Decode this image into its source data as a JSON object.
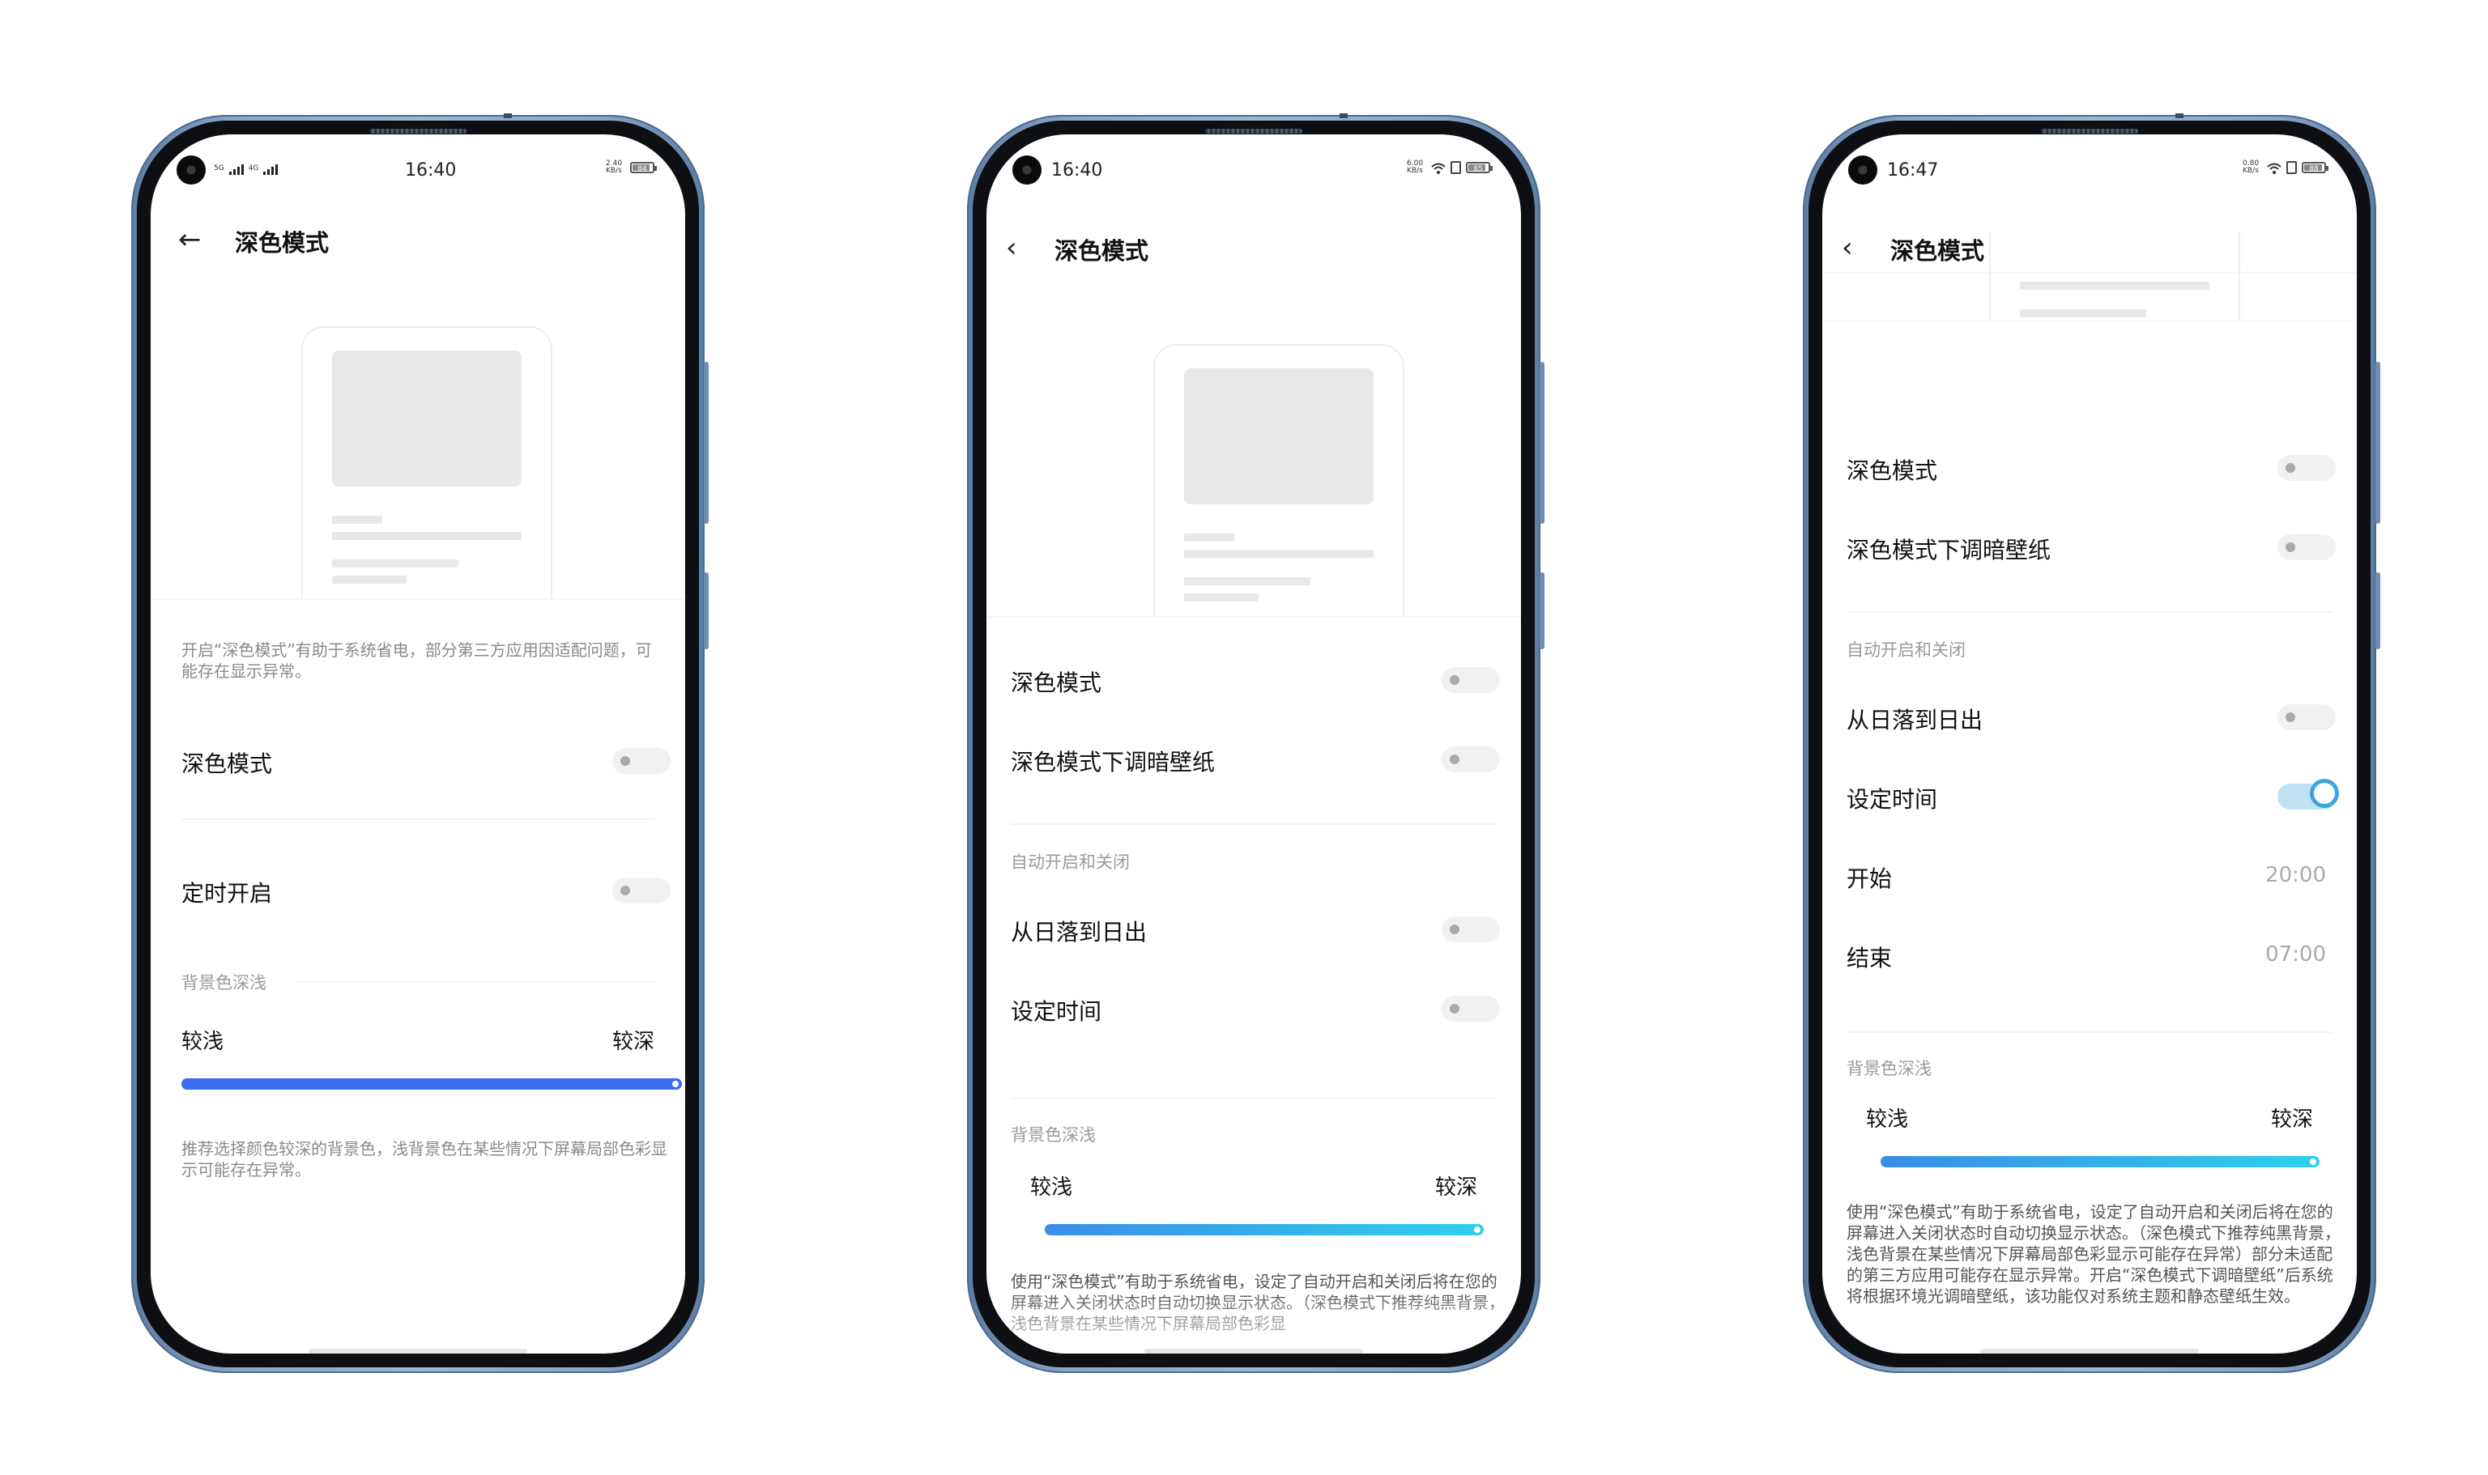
{
  "phones": [
    {
      "status": {
        "time": "16:40",
        "net_label": "5G",
        "net_label2": "4G",
        "speed": "2.40 KB/s",
        "battery": "84"
      },
      "header": {
        "back_icon": "arrow-left-icon",
        "title": "深色模式"
      },
      "notice": "开启“深色模式”有助于系统省电，部分第三方应用因适配问题，可能存在显示异常。",
      "rows": [
        {
          "label": "深色模式",
          "on": false
        },
        {
          "label": "定时开启",
          "on": false
        }
      ],
      "section": "背景色深浅",
      "slider": {
        "left": "较浅",
        "right": "较深",
        "value": 1.0,
        "color": "#3b6cf0"
      },
      "footer": "推荐选择颜色较深的背景色，浅背景色在某些情况下屏幕局部色彩显示可能存在异常。"
    },
    {
      "status": {
        "time": "16:40",
        "speed": "6.00 KB/s",
        "battery": "85"
      },
      "header": {
        "back_icon": "chevron-left-icon",
        "title": "深色模式"
      },
      "rows": [
        {
          "label": "深色模式",
          "on": false
        },
        {
          "label": "深色模式下调暗壁纸",
          "on": false
        }
      ],
      "section_auto": "自动开启和关闭",
      "rows_auto": [
        {
          "label": "从日落到日出",
          "on": false
        },
        {
          "label": "设定时间",
          "on": false
        }
      ],
      "section": "背景色深浅",
      "slider": {
        "left": "较浅",
        "right": "较深",
        "value": 1.0,
        "color": "#2fc4ee"
      },
      "footer": "使用“深色模式”有助于系统省电，设定了自动开启和关闭后将在您的屏幕进入关闭状态时自动切换显示状态。（深色模式下推荐纯黑背景，浅色背景在某些情况下屏幕局部色彩显"
    },
    {
      "status": {
        "time": "16:47",
        "speed": "0.80 KB/s",
        "battery": "88"
      },
      "header": {
        "back_icon": "chevron-left-icon",
        "title": "深色模式"
      },
      "rows": [
        {
          "label": "深色模式",
          "on": false
        },
        {
          "label": "深色模式下调暗壁纸",
          "on": false
        }
      ],
      "section_auto": "自动开启和关闭",
      "rows_auto": [
        {
          "label": "从日落到日出",
          "on": false
        },
        {
          "label": "设定时间",
          "on": true
        }
      ],
      "times": [
        {
          "label": "开始",
          "value": "20:00"
        },
        {
          "label": "结束",
          "value": "07:00"
        }
      ],
      "section": "背景色深浅",
      "slider": {
        "left": "较浅",
        "right": "较深",
        "value": 1.0,
        "color": "#2fc4ee"
      },
      "footer": "使用“深色模式”有助于系统省电，设定了自动开启和关闭后将在您的屏幕进入关闭状态时自动切换显示状态。（深色模式下推荐纯黑背景，浅色背景在某些情况下屏幕局部色彩显示可能存在异常）部分未适配的第三方应用可能存在显示异常。开启“深色模式下调暗壁纸”后系统将根据环境光调暗壁纸，该功能仅对系统主题和静态壁纸生效。"
    }
  ]
}
